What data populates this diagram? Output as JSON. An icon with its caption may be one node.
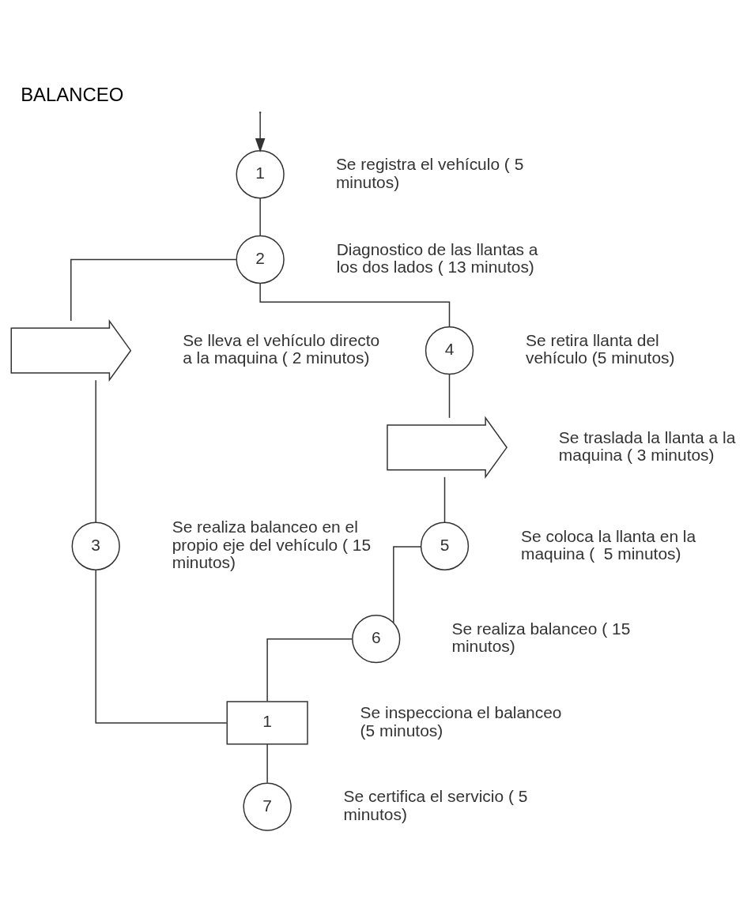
{
  "diagram": {
    "title": "BALANCEO",
    "nodes": [
      {
        "text": [
          "1"
        ],
        "beside": [
          "Se registra el vehículo ( 5 minutos)"
        ]
      },
      {
        "text": [
          "2"
        ],
        "beside": [
          "Diagnostico de las llantas a los dos lados ( 13 minutos)"
        ]
      },
      {
        "text": [],
        "shape": "arrow",
        "beside": [
          "Se lleva el vehículo directo a la maquina ( 2 minutos)"
        ]
      },
      {
        "text": [
          "4"
        ],
        "beside": [
          "Se retira llanta del vehículo (5 minutos)"
        ]
      },
      {
        "text": [
          "3"
        ],
        "beside": [
          "Se realiza balanceo en el propio eje del vehículo ( 15 minutos)"
        ]
      },
      {
        "text": [],
        "shape": "arrow",
        "beside": [
          "Se traslada la llanta a la maquina ( 3 minutos)"
        ]
      },
      {
        "text": [
          "5"
        ],
        "beside": [
          "Se coloca la llanta en la maquina (  5 minutos)"
        ]
      },
      {
        "text": [
          "6"
        ],
        "beside": [
          "Se realiza balanceo ( 15 minutos)"
        ]
      },
      {
        "text": [
          "1"
        ],
        "beside": [
          "Se inspecciona el balanceo (5 minutos)"
        ]
      },
      {
        "text": [
          "7"
        ],
        "beside": [
          "Se certifica el servicio ( 5 minutos)"
        ]
      }
    ],
    "edges": [
      {
        "from": null,
        "to": 0,
        "arrow": "to"
      },
      {
        "from": 0,
        "to": 1,
        "arrow": "none"
      },
      {
        "from": 1,
        "to": 2,
        "arrow": "none"
      },
      {
        "from": 2,
        "to": 4,
        "arrow": "none"
      },
      {
        "from": 4,
        "to": 8,
        "arrow": "none"
      },
      {
        "from": 1,
        "to": 3,
        "arrow": "none"
      },
      {
        "from": 3,
        "to": 5,
        "arrow": "none"
      },
      {
        "from": 5,
        "to": 6,
        "arrow": "none"
      },
      {
        "from": 6,
        "to": 7,
        "arrow": "none"
      },
      {
        "from": 7,
        "to": 8,
        "arrow": "none"
      },
      {
        "from": 8,
        "to": 9,
        "arrow": "none"
      }
    ]
  }
}
